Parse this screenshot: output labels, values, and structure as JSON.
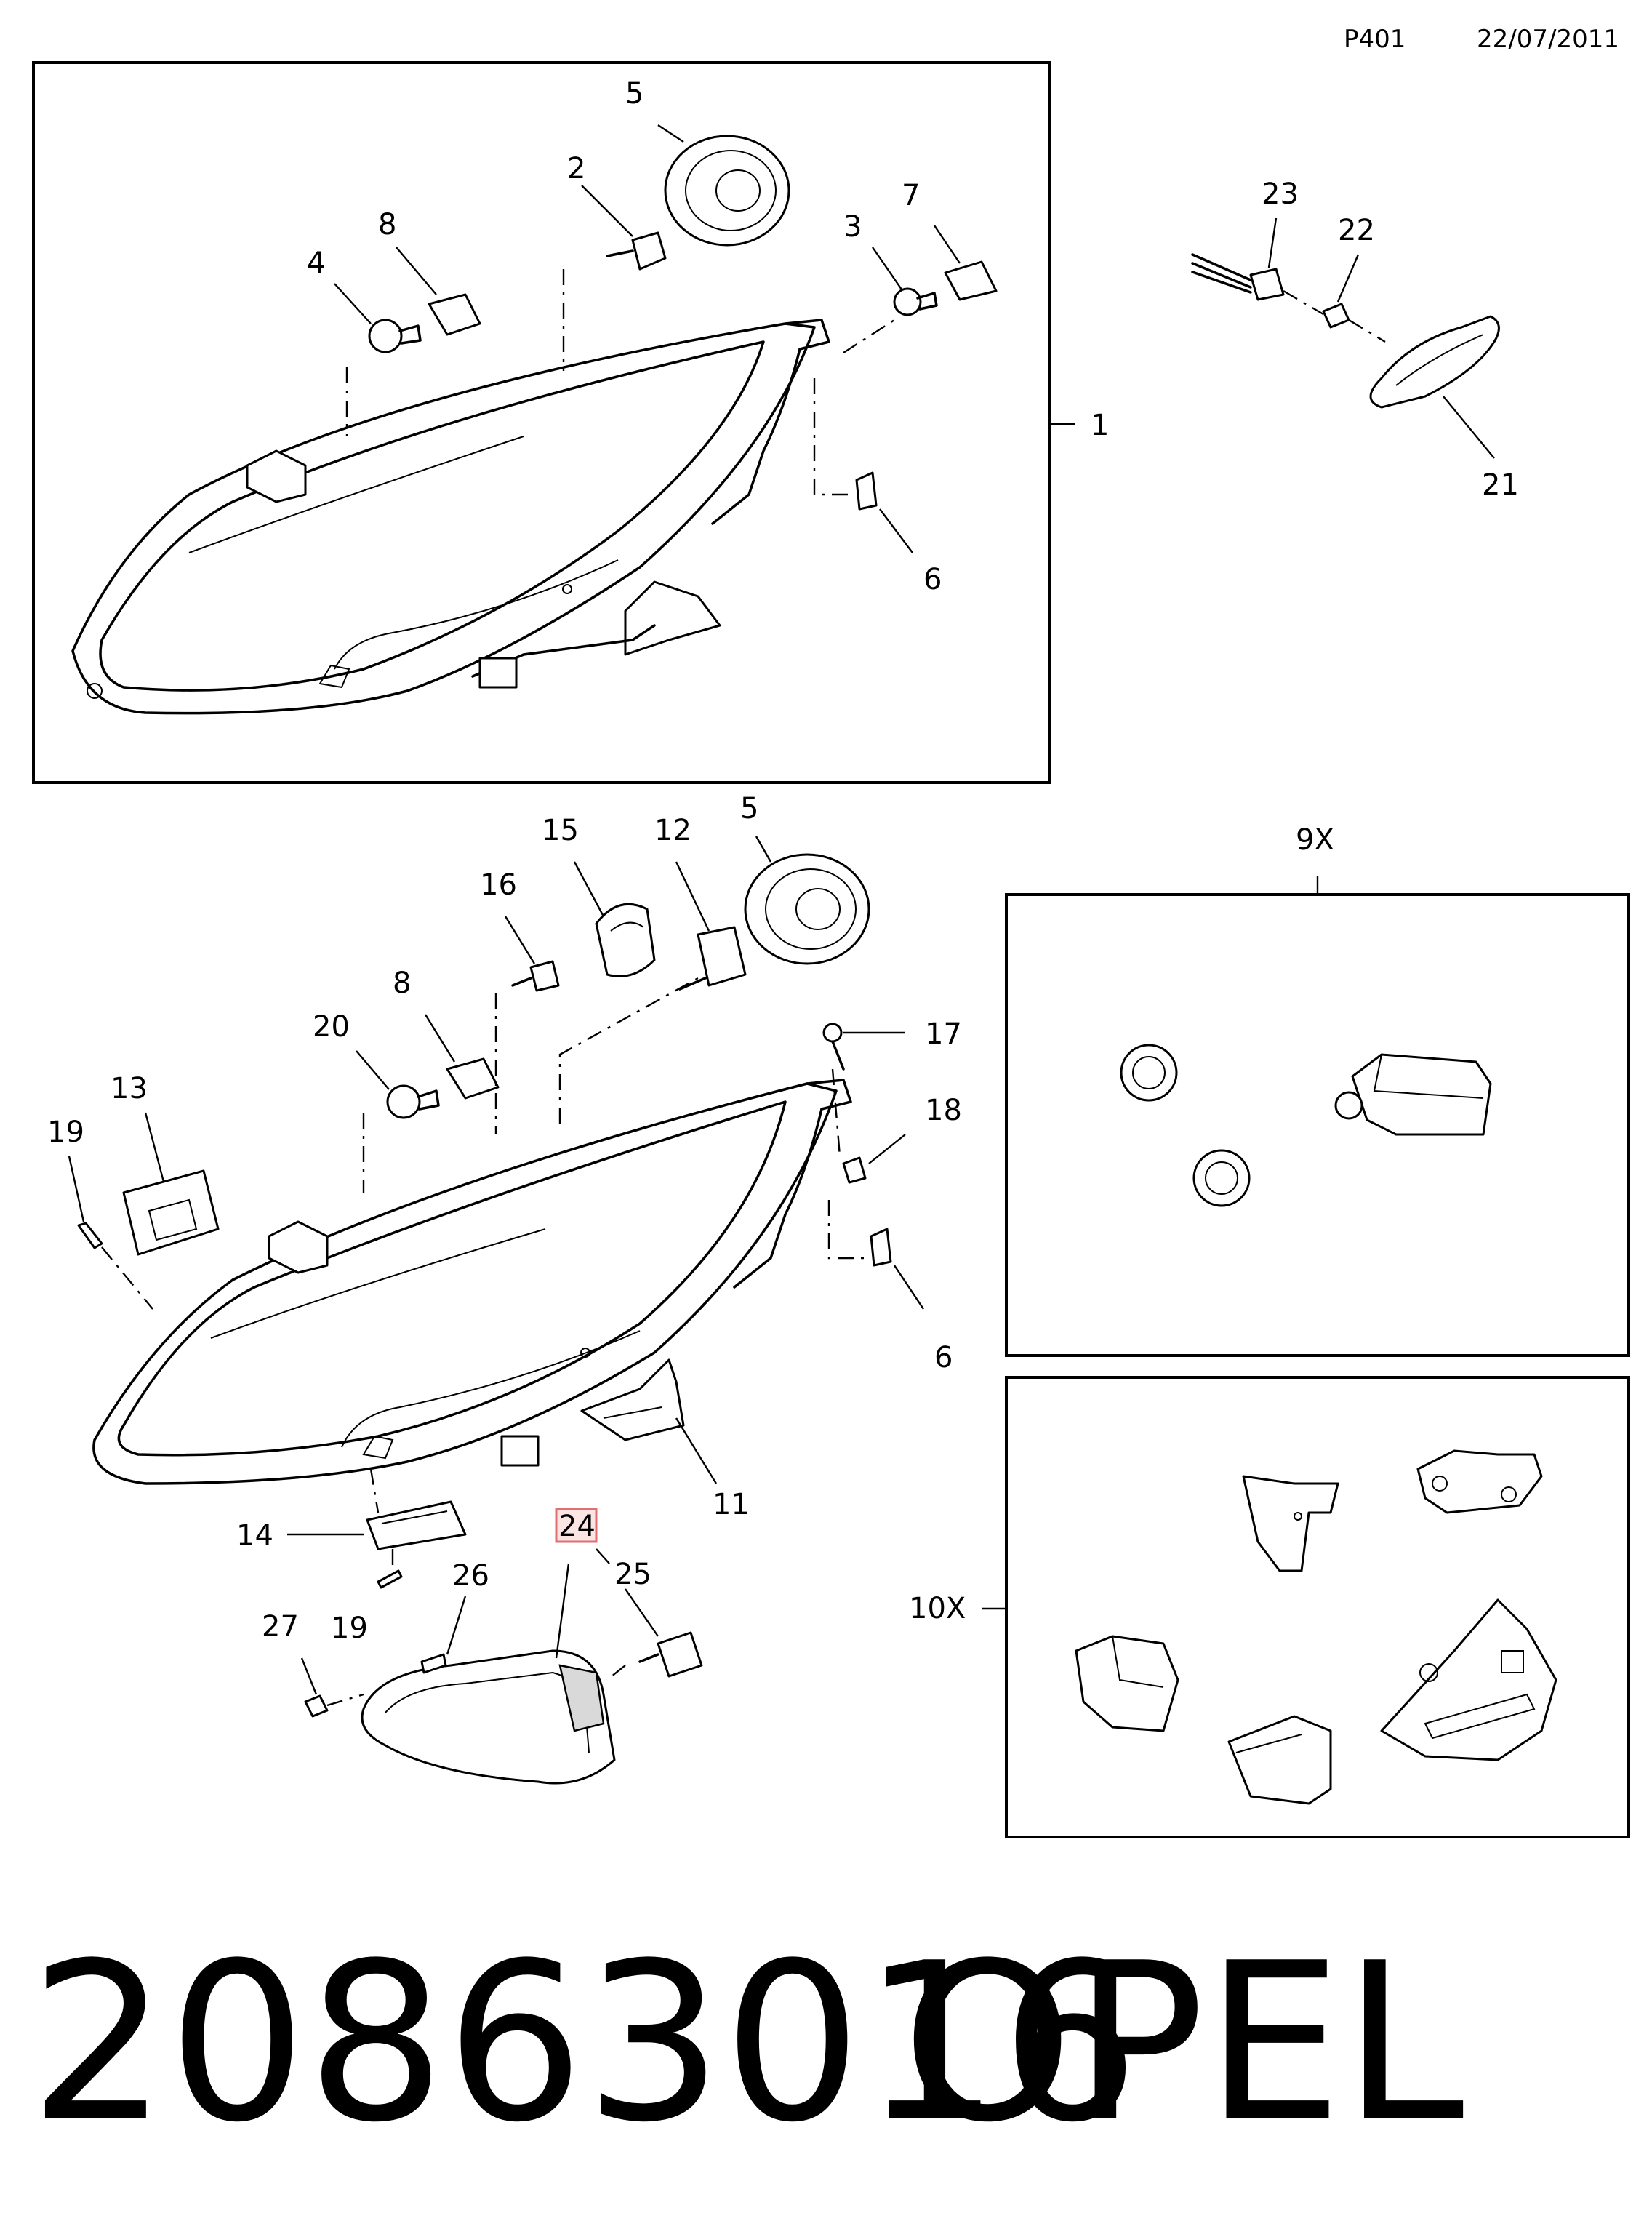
{
  "header": {
    "code": "P401",
    "date": "22/07/2011"
  },
  "footer": {
    "part_number": "20863016",
    "brand": "OPEL"
  },
  "callouts": {
    "c1": "1",
    "c2": "2",
    "c3": "3",
    "c4": "4",
    "c5_top": "5",
    "c6_top": "6",
    "c7": "7",
    "c8_top": "8",
    "c21": "21",
    "c22": "22",
    "c23": "23",
    "c5_mid": "5",
    "c6_mid": "6",
    "c8_mid": "8",
    "c11": "11",
    "c12": "12",
    "c13": "13",
    "c14": "14",
    "c15": "15",
    "c16": "16",
    "c17": "17",
    "c18": "18",
    "c19_left": "19",
    "c19_low": "19",
    "c20": "20",
    "c24": "24",
    "c25": "25",
    "c26": "26",
    "c27": "27",
    "kit9": "9X",
    "kit10": "10X"
  },
  "highlight_color": "#e07070"
}
